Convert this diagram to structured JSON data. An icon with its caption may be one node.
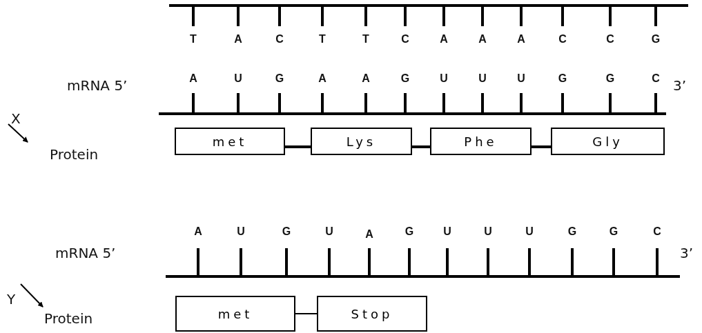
{
  "diagram": {
    "nodes": [
      {
        "text": [
          "met"
        ]
      },
      {
        "text": [
          "Lys"
        ]
      },
      {
        "text": [
          "Phe"
        ]
      },
      {
        "text": [
          "Gly"
        ]
      },
      {
        "text": [
          "met"
        ]
      },
      {
        "text": [
          "Stop"
        ]
      }
    ],
    "edges": [
      {
        "from": 0,
        "to": 1,
        "arrow": "none"
      },
      {
        "from": 1,
        "to": 2,
        "arrow": "none"
      },
      {
        "from": 2,
        "to": 3,
        "arrow": "none"
      },
      {
        "from": 4,
        "to": 5,
        "arrow": "none"
      }
    ],
    "labels": [
      "T",
      "A",
      "C",
      "T",
      "T",
      "C",
      "A",
      "A",
      "A",
      "C",
      "C",
      "G",
      "mRNA 5’",
      "A",
      "U",
      "G",
      "A",
      "A",
      "G",
      "U",
      "U",
      "U",
      "G",
      "G",
      "C",
      "3’",
      "X",
      "Protein",
      "mRNA 5’",
      "A",
      "U",
      "G",
      "U",
      "A",
      "G",
      "U",
      "U",
      "U",
      "G",
      "G",
      "C",
      "3’",
      "Y",
      "Protein"
    ]
  }
}
